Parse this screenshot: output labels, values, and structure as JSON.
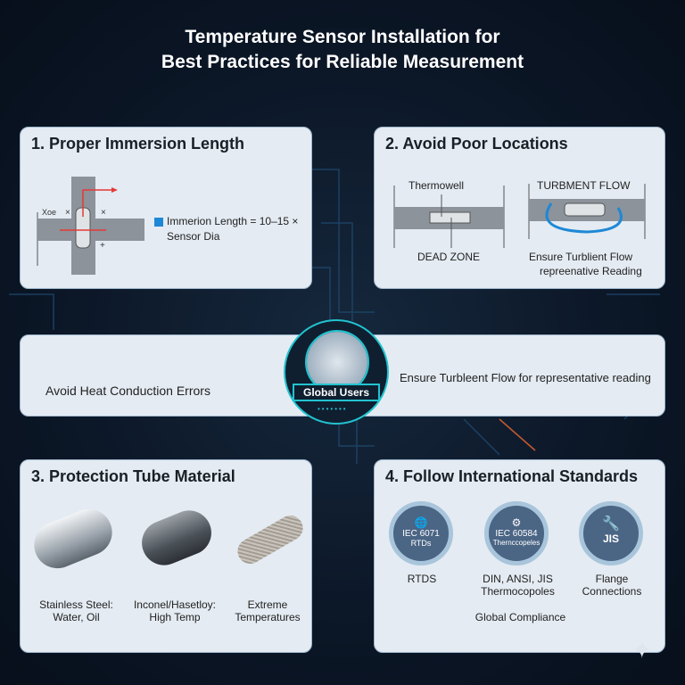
{
  "title": {
    "line1": "Temperature Sensor Installation for",
    "line2": "Best Practices for Reliable Measurement"
  },
  "panel1": {
    "heading": "1. Proper Immersion Length",
    "label_left": "Xoe",
    "legend": "Immerion Length = 10–15 ×",
    "legend2": "Sensor Dia"
  },
  "panel2": {
    "heading": "2. Avoid Poor Locations",
    "thermowell": "Thermowell",
    "dead_zone": "DEAD ZONE",
    "turb_flow": "TURBMENT FLOW",
    "caption1": "Ensure Turblient Flow",
    "caption2": "repreenative Reading"
  },
  "banner": {
    "left": "Avoid Heat Conduction Errors",
    "right": "Ensure Turbleent Flow for representative reading",
    "badge": "Global Users"
  },
  "panel3": {
    "heading": "3. Protection Tube Material",
    "items": [
      {
        "l1": "Stainless Steel:",
        "l2": "Water, Oil"
      },
      {
        "l1": "Inconel/Hasetloy:",
        "l2": "High Temp"
      },
      {
        "l1": "Extreme",
        "l2": "Temperatures"
      }
    ]
  },
  "panel4": {
    "heading": "4. Follow International Standards",
    "badges": [
      {
        "l1": "IEC 6071",
        "l2": "RTDs",
        "cap1": "RTDS",
        "cap2": ""
      },
      {
        "l1": "IEC 60584",
        "l2": "Thernccopeles",
        "cap1": "DIN, ANSI, JIS",
        "cap2": "Thermocopoles"
      },
      {
        "l1": "JIS",
        "l2": "",
        "cap1": "Flange",
        "cap2": "Connections"
      }
    ],
    "footer": "Global Compliance"
  },
  "colors": {
    "accent": "#1e88d6",
    "teal": "#22c3d0",
    "red": "#e53935"
  }
}
